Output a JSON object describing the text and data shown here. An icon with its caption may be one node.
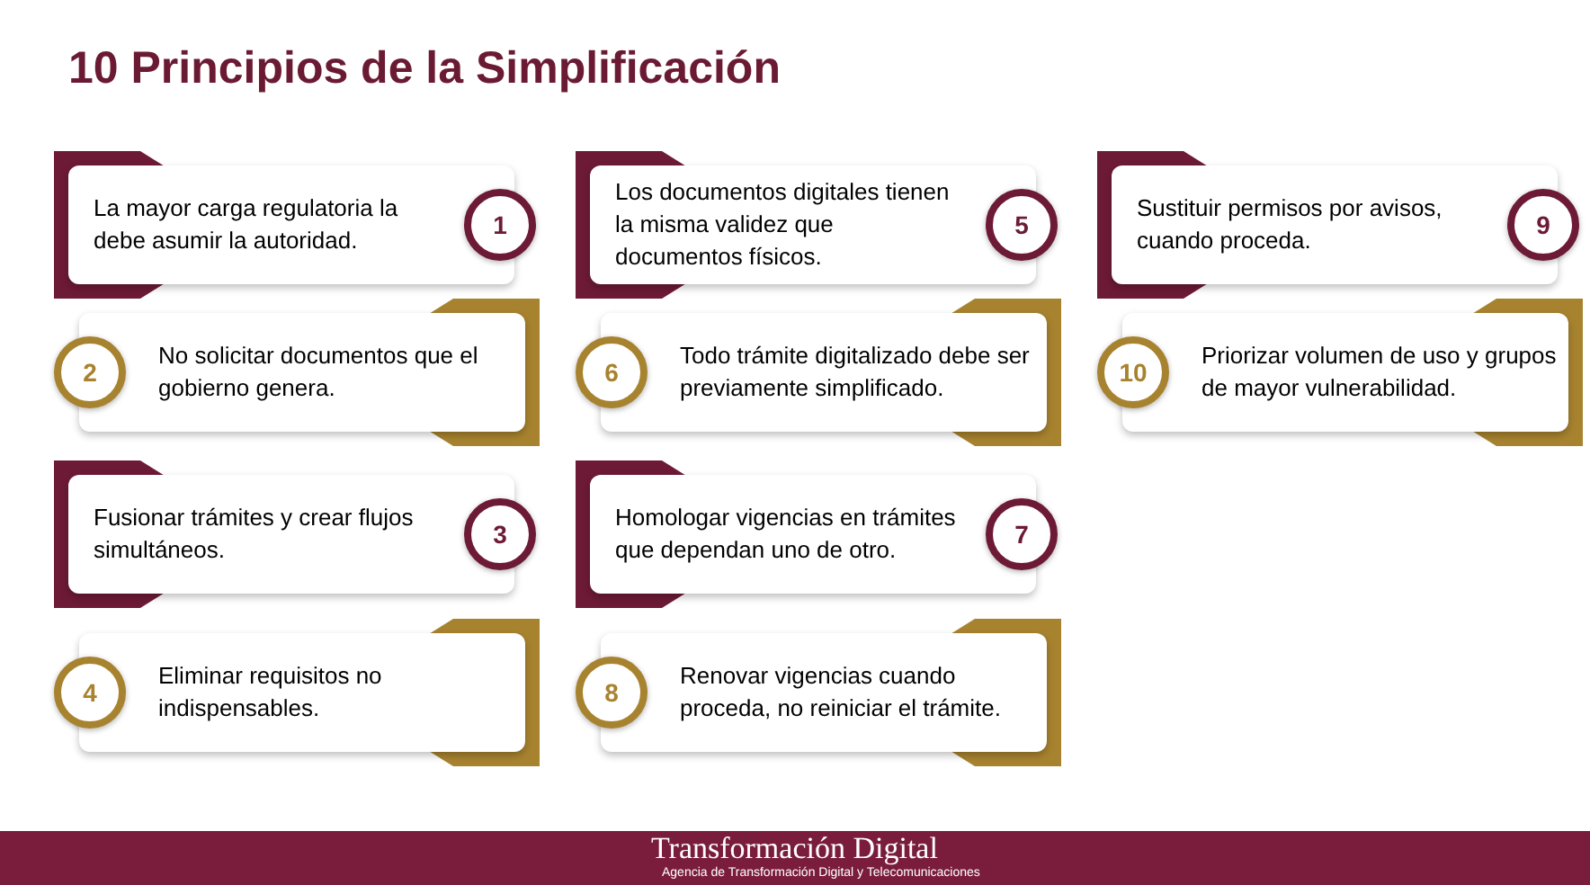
{
  "diagram": {
    "title": "10 Principios de la Simplificación",
    "nodes": [
      {
        "text": [
          "La mayor carga regulatoria la debe asumir la autoridad.",
          "1"
        ]
      },
      {
        "text": [
          "2",
          "No solicitar documentos que el gobierno genera."
        ]
      },
      {
        "text": [
          "Fusionar trámites y crear flujos simultáneos.",
          "3"
        ]
      },
      {
        "text": [
          "4",
          "Eliminar requisitos no indispensables."
        ]
      },
      {
        "text": [
          "Los documentos digitales tienen la misma validez que documentos físicos.",
          "5"
        ]
      },
      {
        "text": [
          "6",
          "Todo trámite digitalizado debe ser previamente simplificado."
        ]
      },
      {
        "text": [
          "Homologar vigencias en trámites que dependan uno de otro.",
          "7"
        ]
      },
      {
        "text": [
          "8",
          "Renovar vigencias cuando proceda, no reiniciar el trámite."
        ]
      },
      {
        "text": [
          "Sustituir permisos por avisos, cuando proceda.",
          "9"
        ]
      },
      {
        "text": [
          "10",
          "Priorizar volumen de uso y grupos de mayor vulnerabilidad."
        ]
      }
    ],
    "edges": [],
    "labels": [
      "Transformación Digital",
      "Agencia de Transformación Digital y Telecomunicaciones"
    ]
  }
}
